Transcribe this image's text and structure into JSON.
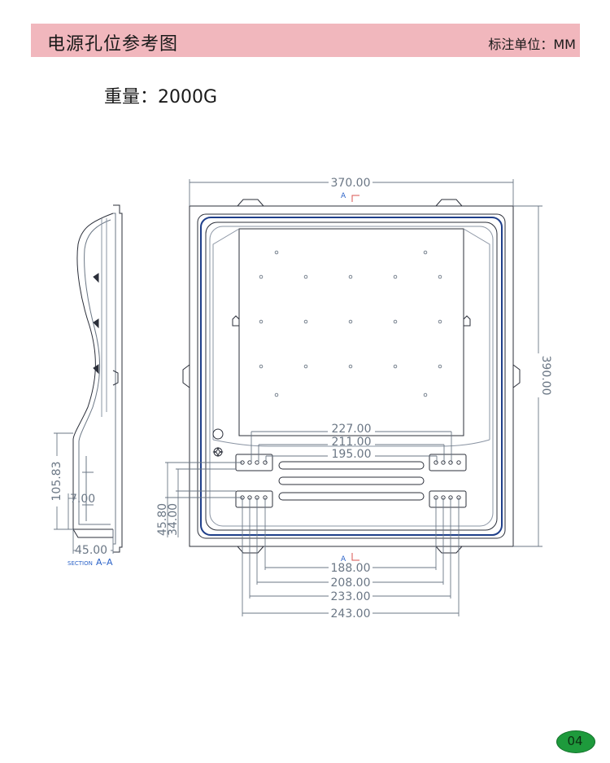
{
  "header": {
    "title": "电源孔位参考图",
    "unit_label": "标注单位：MM"
  },
  "weight_label": "重量：2000G",
  "front_view": {
    "overall_width": "370.00",
    "overall_height": "390.00",
    "section_mark_top": "A",
    "section_mark_bottom": "A",
    "upper_hole_spacings": [
      "227.00",
      "211.00",
      "195.00"
    ],
    "lower_hole_spacings": [
      "188.00",
      "208.00",
      "233.00",
      "243.00"
    ],
    "left_vertical_dims": [
      "45.80",
      "34.00"
    ]
  },
  "side_view": {
    "height_dim": "105.83",
    "depth_dim": "7.00",
    "bottom_dim": "45.00",
    "section_label": "SECTION",
    "section_name": "A–A"
  },
  "page_number": "04"
}
